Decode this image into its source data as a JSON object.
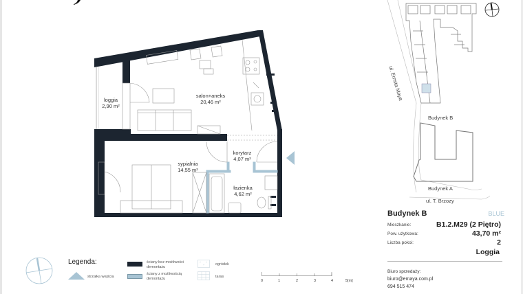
{
  "floorplan": {
    "rooms": [
      {
        "id": "loggia",
        "name": "loggia",
        "area": "2,90 m²"
      },
      {
        "id": "salon",
        "name": "salon+aneks",
        "area": "20,46 m²"
      },
      {
        "id": "sypialnia",
        "name": "sypialnia",
        "area": "14,55 m²"
      },
      {
        "id": "korytarz",
        "name": "korytarz",
        "area": "4,07 m²"
      },
      {
        "id": "lazienka",
        "name": "łazienka",
        "area": "4,62 m²"
      }
    ],
    "entrance_arrow_color": "#a8c4d4",
    "wall_color": "#1c2530",
    "partition_color": "#a8c4d4"
  },
  "site_plan": {
    "street_1": "ul. Ernsta Maya",
    "street_2": "ul. T. Brzozy",
    "building_b_label": "Budynek B",
    "building_a_label": "Budynek A",
    "highlight_color": "#cfe0ea"
  },
  "info": {
    "building": "Budynek B",
    "tag": "BLUE",
    "rows": [
      {
        "label": "Mieszkanie:",
        "value": "B1.2.M29 (2 Piętro)"
      },
      {
        "label": "Pow. użytkowa:",
        "value": "43,70 m²"
      },
      {
        "label": "Liczba pokoi:",
        "value": "2"
      },
      {
        "label": "",
        "value": "Loggia"
      }
    ],
    "contact": {
      "label": "Biuro sprzedaży:",
      "email": "biuro@emaya.com.pl",
      "phone": "694 515 474"
    }
  },
  "legend": {
    "title": "Legenda:",
    "items": [
      {
        "id": "entry",
        "label": "strzałka wejścia"
      },
      {
        "id": "wall-fixed",
        "label_1": "ściany bez możliwości",
        "label_2": "demontażu"
      },
      {
        "id": "wall-removable",
        "label_1": "ściany z możliwością",
        "label_2": "demontażu"
      },
      {
        "id": "garden",
        "label": "ogródek"
      },
      {
        "id": "terrace",
        "label": "taras"
      }
    ]
  },
  "scale": {
    "ticks": [
      "0",
      "1",
      "2",
      "3",
      "4",
      "5[m]"
    ]
  }
}
